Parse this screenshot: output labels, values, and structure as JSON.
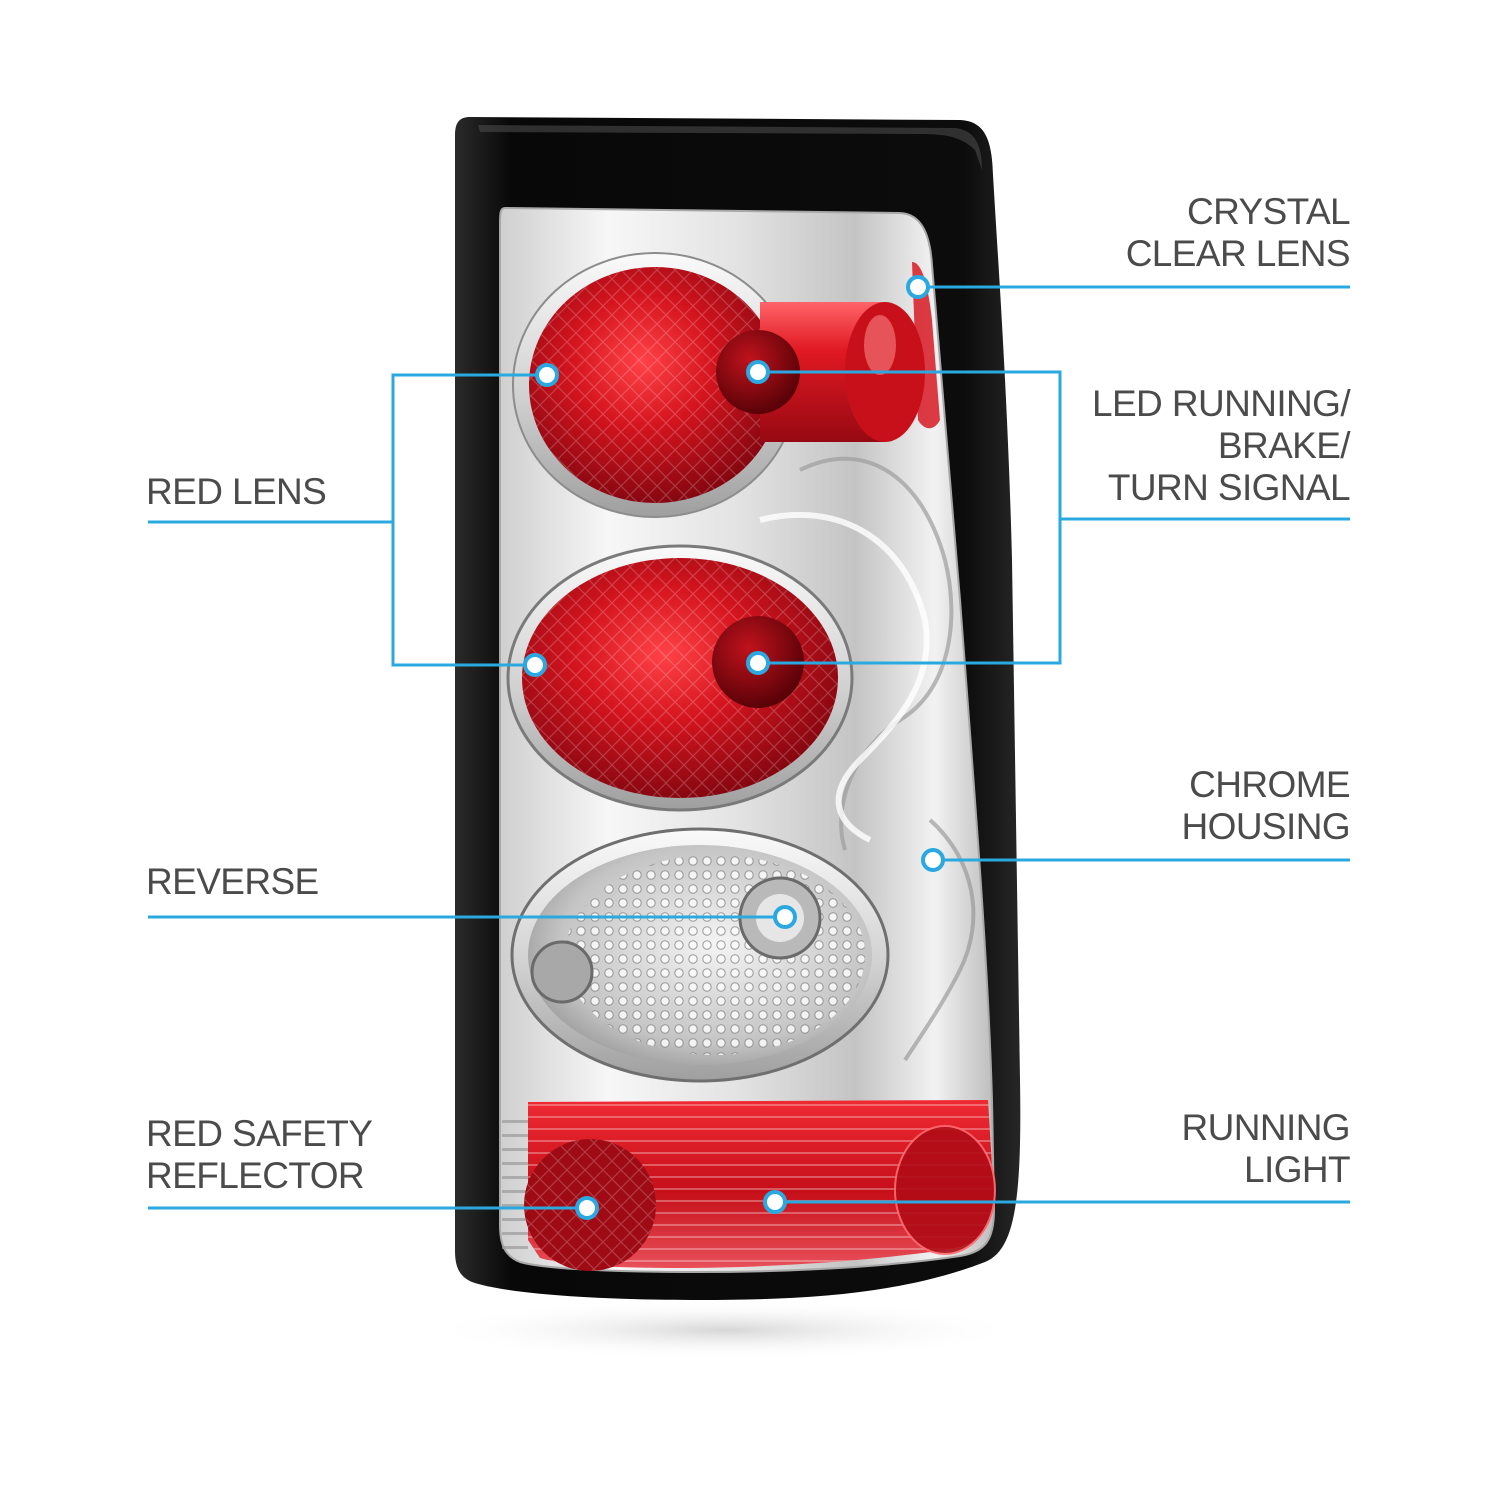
{
  "callouts": {
    "crystal_clear_lens": [
      "CRYSTAL",
      "CLEAR LENS"
    ],
    "led_running_brake_turn": [
      "LED RUNNING/",
      "BRAKE/",
      "TURN SIGNAL"
    ],
    "red_lens": [
      "RED LENS"
    ],
    "chrome_housing": [
      "CHROME",
      "HOUSING"
    ],
    "reverse": [
      "REVERSE"
    ],
    "red_safety_reflector": [
      "RED SAFETY",
      "REFLECTOR"
    ],
    "running_light": [
      "RUNNING",
      "LIGHT"
    ]
  },
  "colors": {
    "callout_line": "#2aa9e0",
    "label_text": "#4b4b4b",
    "lens_red": "#d4141e",
    "housing_black": "#111111",
    "chrome": "#e2e2e2",
    "background": "#ffffff"
  }
}
